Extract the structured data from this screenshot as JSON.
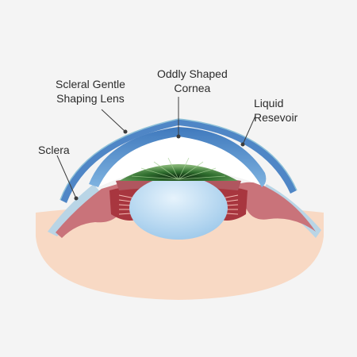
{
  "labels": {
    "scleral_lens": [
      "Scleral Gentle",
      "Shaping Lens"
    ],
    "cornea": [
      "Oddly Shaped",
      "Cornea"
    ],
    "reservoir": [
      "Liquid",
      "Resevoir"
    ],
    "sclera": "Sclera"
  },
  "colors": {
    "background": "#f4f4f4",
    "eyeball": "#f8d9c4",
    "sclera_tissue": "#c9737a",
    "sclera_dark": "#b0565f",
    "scleral_lens": "#4f86c6",
    "lens_edge": "#8ec1d8",
    "reservoir_fluid": "#6da3d6",
    "cornea": "#ffffff",
    "iris": "#3c7f3a",
    "crystalline_lens": "#a9d1ee",
    "ciliary_body": "#a8363f",
    "text": "#2b2b2b",
    "leader_line": "#3c3c3c"
  }
}
